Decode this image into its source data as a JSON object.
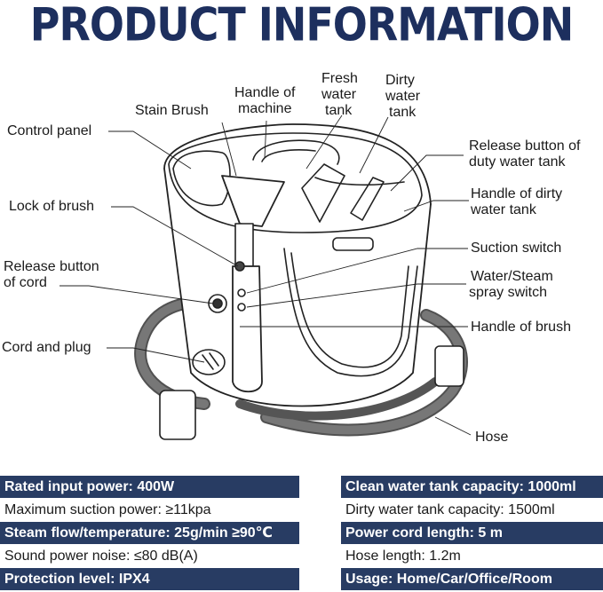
{
  "header": {
    "title": "PRODUCT INFORMATION"
  },
  "labels": {
    "stain_brush": "Stain Brush",
    "handle_machine_1": "Handle of",
    "handle_machine_2": "machine",
    "fresh_tank_1": "Fresh",
    "fresh_tank_2": "water",
    "fresh_tank_3": "tank",
    "dirty_tank_1": "Dirty",
    "dirty_tank_2": "water",
    "dirty_tank_3": "tank",
    "control_panel": "Control panel",
    "release_duty_1": "Release button of",
    "release_duty_2": "duty water tank",
    "handle_dirty_1": "Handle of dirty",
    "handle_dirty_2": "water tank",
    "lock_brush": "Lock of brush",
    "suction_switch": "Suction switch",
    "release_cord_1": "Release button",
    "release_cord_2": "of cord",
    "water_steam_1": "Water/Steam",
    "water_steam_2": "spray switch",
    "handle_brush": "Handle of brush",
    "cord_plug": "Cord and plug",
    "hose": "Hose"
  },
  "specs": {
    "left": [
      {
        "text": "Rated input power: 400W",
        "style": "dark"
      },
      {
        "text": "Maximum suction power: ≥11kpa",
        "style": "light"
      },
      {
        "text": "Steam flow/temperature: 25g/min ≥90℃",
        "style": "dark"
      },
      {
        "text": "Sound power noise: ≤80 dB(A)",
        "style": "light"
      },
      {
        "text": "Protection level: IPX4",
        "style": "dark"
      }
    ],
    "right": [
      {
        "text": "Clean water tank capacity: 1000ml",
        "style": "dark"
      },
      {
        "text": "Dirty water tank capacity: 1500ml",
        "style": "light"
      },
      {
        "text": "Power cord length: 5 m",
        "style": "dark"
      },
      {
        "text": "Hose length: 1.2m",
        "style": "light"
      },
      {
        "text": "Usage: Home/Car/Office/Room",
        "style": "dark"
      }
    ]
  },
  "colors": {
    "title": "#1d2f5e",
    "spec_band": "#283c63"
  }
}
